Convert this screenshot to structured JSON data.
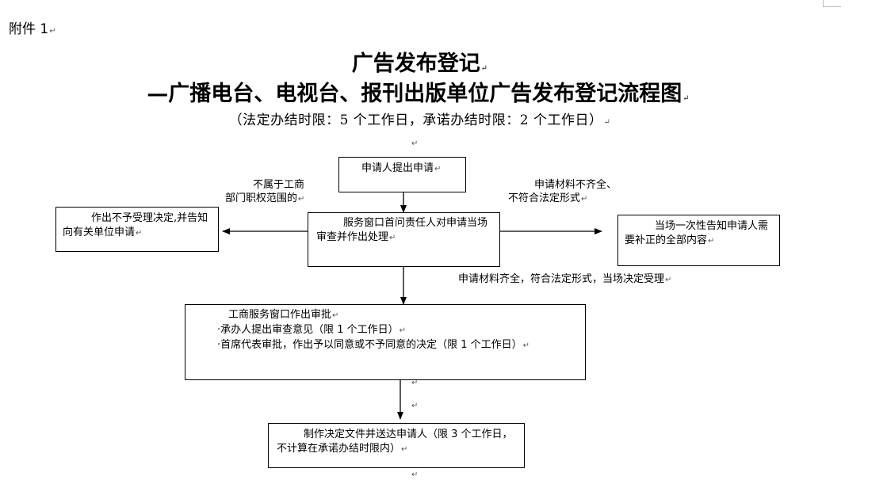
{
  "document": {
    "attachment_label": "附件 1",
    "title": "广告发布登记",
    "subtitle": "—广播电台、电视台、报刊出版单位广告发布登记流程图",
    "time_limit": "（法定办结时限：5 个工作日，承诺办结时限：2 个工作日）"
  },
  "flowchart": {
    "nodes": {
      "application": "申请人提出申请",
      "window_review": "服务窗口首问责任人对申请当场审查并作出处理",
      "reject": "作出不予受理决定,并告知向有关单位申请",
      "notify": "当场一次性告知申请人需要补正的全部内容",
      "approval_title": "工商服务窗口作出审批",
      "approval_step1": "·承办人提出审查意见（限 1 个工作日）",
      "approval_step2": "·首席代表审批，作出予以同意或不予同意的决定（限 1 个工作日）",
      "deliver": "制作决定文件并送达申请人（限 3 个工作日，不计算在承诺办结时限内）"
    },
    "edges": {
      "out_of_scope_line1": "不属于工商",
      "out_of_scope_line2": "部门职权范围的",
      "incomplete_line1": "申请材料不齐全、",
      "incomplete_line2": "不符合法定形式",
      "accepted": "申请材料齐全，符合法定形式，当场决定受理"
    }
  },
  "format_mark": "↵"
}
